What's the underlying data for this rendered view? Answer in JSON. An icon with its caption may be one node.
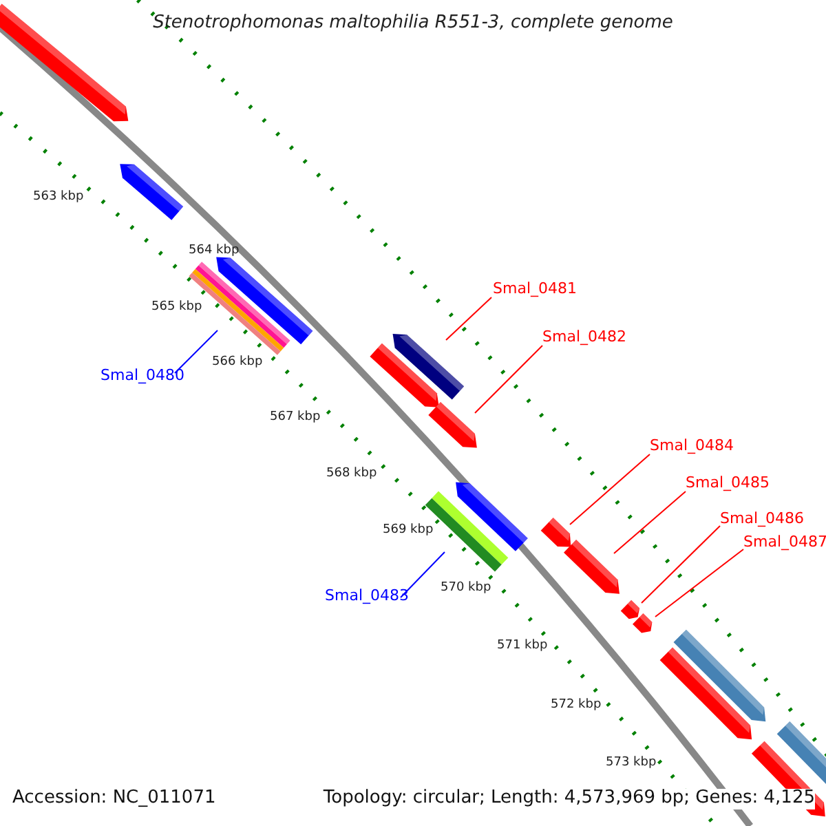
{
  "diagram": {
    "title": "Stenotrophomonas maltophilia R551-3, complete genome",
    "nodes": [
      {
        "text": [
          "Smal_0480"
        ]
      },
      {
        "text": [
          "Smal_0481"
        ]
      },
      {
        "text": [
          "Smal_0482"
        ]
      },
      {
        "text": [
          "Smal_0483"
        ]
      },
      {
        "text": [
          "Smal_0484"
        ]
      },
      {
        "text": [
          "Smal_0485"
        ]
      },
      {
        "text": [
          "Smal_0486"
        ]
      },
      {
        "text": [
          "Smal_0487"
        ]
      },
      {
        "text": [],
        "shape": "bar"
      },
      {
        "text": [],
        "shape": "bar"
      },
      {
        "text": [],
        "shape": "bar"
      },
      {
        "text": [],
        "shape": "bar"
      },
      {
        "text": [],
        "shape": "bar"
      },
      {
        "text": [],
        "shape": "bar"
      },
      {
        "text": [],
        "shape": "bar"
      },
      {
        "text": [],
        "shape": "bar"
      }
    ],
    "edges": [
      {
        "from": 0,
        "to": 8,
        "arrow": "none",
        "color": "#0000ff"
      },
      {
        "from": 1,
        "to": 9,
        "arrow": "none"
      },
      {
        "from": 2,
        "to": 10,
        "arrow": "none"
      },
      {
        "from": 3,
        "to": 11,
        "arrow": "none",
        "color": "#0000ff"
      },
      {
        "from": 4,
        "to": 12,
        "arrow": "none"
      },
      {
        "from": 5,
        "to": 13,
        "arrow": "none"
      },
      {
        "from": 6,
        "to": 14,
        "arrow": "none"
      },
      {
        "from": 7,
        "to": 15,
        "arrow": "none"
      }
    ],
    "labels": [
      "563 kbp",
      "564 kbp",
      "565 kbp",
      "566 kbp",
      "567 kbp",
      "568 kbp",
      "569 kbp",
      "570 kbp",
      "571 kbp",
      "572 kbp",
      "573 kbp",
      "Accession: NC_011071",
      "Topology: circular; Length: 4,573,969 bp; Genes: 4,125"
    ]
  }
}
